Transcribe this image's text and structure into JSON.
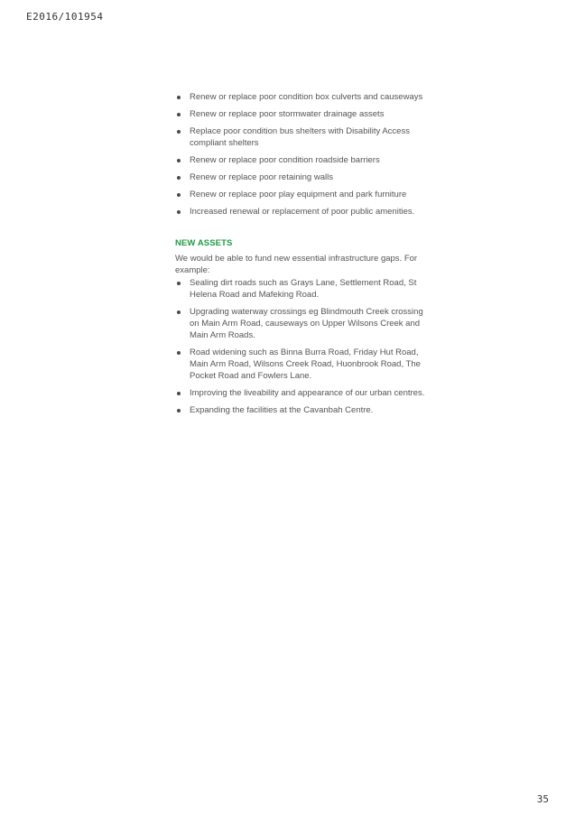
{
  "header": {
    "doc_ref": "E2016/101954"
  },
  "renewals": {
    "items": [
      "Renew or replace poor condition box culverts and causeways",
      "Renew or replace poor stormwater drainage assets",
      "Replace poor condition bus shelters with Disability Access compliant shelters",
      "Renew or replace poor condition roadside barriers",
      "Renew or replace poor retaining walls",
      "Renew or replace poor play equipment and park furniture",
      "Increased renewal or replacement of poor public amenities."
    ]
  },
  "new_assets": {
    "heading": "NEW ASSETS",
    "intro": "We would be able to fund new essential infrastructure gaps. For example:",
    "items": [
      "Sealing dirt roads such as Grays Lane, Settlement Road, St Helena Road and Mafeking Road.",
      "Upgrading waterway crossings eg Blindmouth Creek crossing on Main Arm Road, causeways on Upper Wilsons Creek and Main Arm Roads.",
      "Road widening such as Binna Burra Road, Friday Hut Road, Main Arm Road, Wilsons Creek Road, Huonbrook Road, The Pocket Road and Fowlers Lane.",
      "Improving the liveability and appearance of our urban centres.",
      "Expanding the facilities at the Cavanbah Centre."
    ]
  },
  "footer": {
    "page_number": "35"
  }
}
